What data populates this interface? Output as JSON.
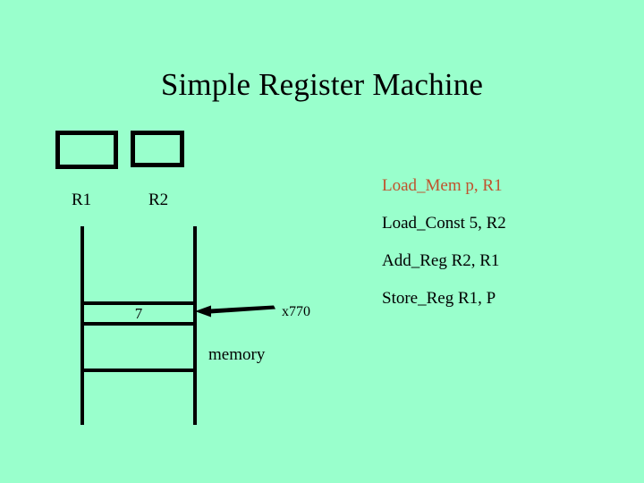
{
  "slide": {
    "title": "Simple Register Machine",
    "background_color": "#99ffcc",
    "text_color": "#000000"
  },
  "registers": [
    {
      "name": "R1",
      "label": "R1",
      "value": ""
    },
    {
      "name": "R2",
      "label": "R2",
      "value": ""
    }
  ],
  "memory": {
    "label": "memory",
    "highlighted_cell_value": "7",
    "pointer_address_label": "x770",
    "pointer_direction": "left"
  },
  "instructions": {
    "highlight_color": "#c0522d",
    "items": [
      {
        "text": "Load_Mem p, R1",
        "color": "#c0522d",
        "highlighted": true
      },
      {
        "text": "Load_Const 5, R2",
        "color": "#000000",
        "highlighted": false
      },
      {
        "text": "Add_Reg R2, R1",
        "color": "#000000",
        "highlighted": false
      },
      {
        "text": "Store_Reg R1, P",
        "color": "#000000",
        "highlighted": false
      }
    ]
  }
}
